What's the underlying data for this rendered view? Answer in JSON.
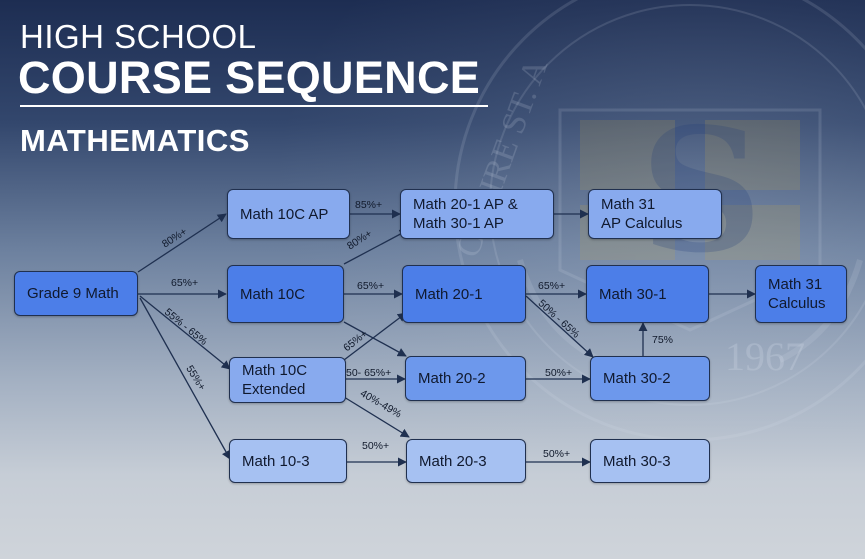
{
  "title": {
    "line1": "HIGH SCHOOL",
    "line2": "COURSE SEQUENCE",
    "subtitle": "MATHEMATICS"
  },
  "watermark": {
    "crest_text_arc": "CLAIRE ST. A",
    "crest_year": "1967",
    "crest_letter": "S"
  },
  "colors": {
    "box_dark": "#4c7ee8",
    "box_medium": "#6d98ec",
    "box_light": "#88aaee",
    "box_lightest": "#a6c1f2",
    "edge": "#1f3050"
  },
  "courses": {
    "grade9": "Grade 9 Math",
    "math10c_ap": "Math 10C AP",
    "math10c": "Math 10C",
    "math10c_ext": "Math 10C\nExtended",
    "math10_3": "Math 10-3",
    "math20_1ap": "Math 20-1 AP &\nMath 30-1 AP",
    "math20_1": "Math 20-1",
    "math20_2": "Math 20-2",
    "math20_3": "Math 20-3",
    "math31ap": "Math 31\nAP Calculus",
    "math30_1": "Math 30-1",
    "math30_2": "Math 30-2",
    "math30_3": "Math 30-3",
    "math31": "Math 31\nCalculus"
  },
  "transitions": {
    "g9_to_10cap": "80%+",
    "g9_to_10c": "65%+",
    "g9_to_10cext": "55% - 65%",
    "g9_to_10_3": "55%+",
    "cap_to_20ap": "85%+",
    "c10_to_20ap": "80%+",
    "c10_to_20_1": "65%+",
    "ext_to_20_1": "65%+",
    "ext_to_20_2": "50- 65%+",
    "ext_to_20_3": "40%-49%",
    "t10_3_to_20_3": "50%+",
    "t20_1_to_30_1": "65%+",
    "t20_1_to_30_2": "50% - 65%",
    "t20_2_to_30_2": "50%+",
    "t30_2_to_30_1": "75%",
    "t20_3_to_30_3": "50%+"
  }
}
